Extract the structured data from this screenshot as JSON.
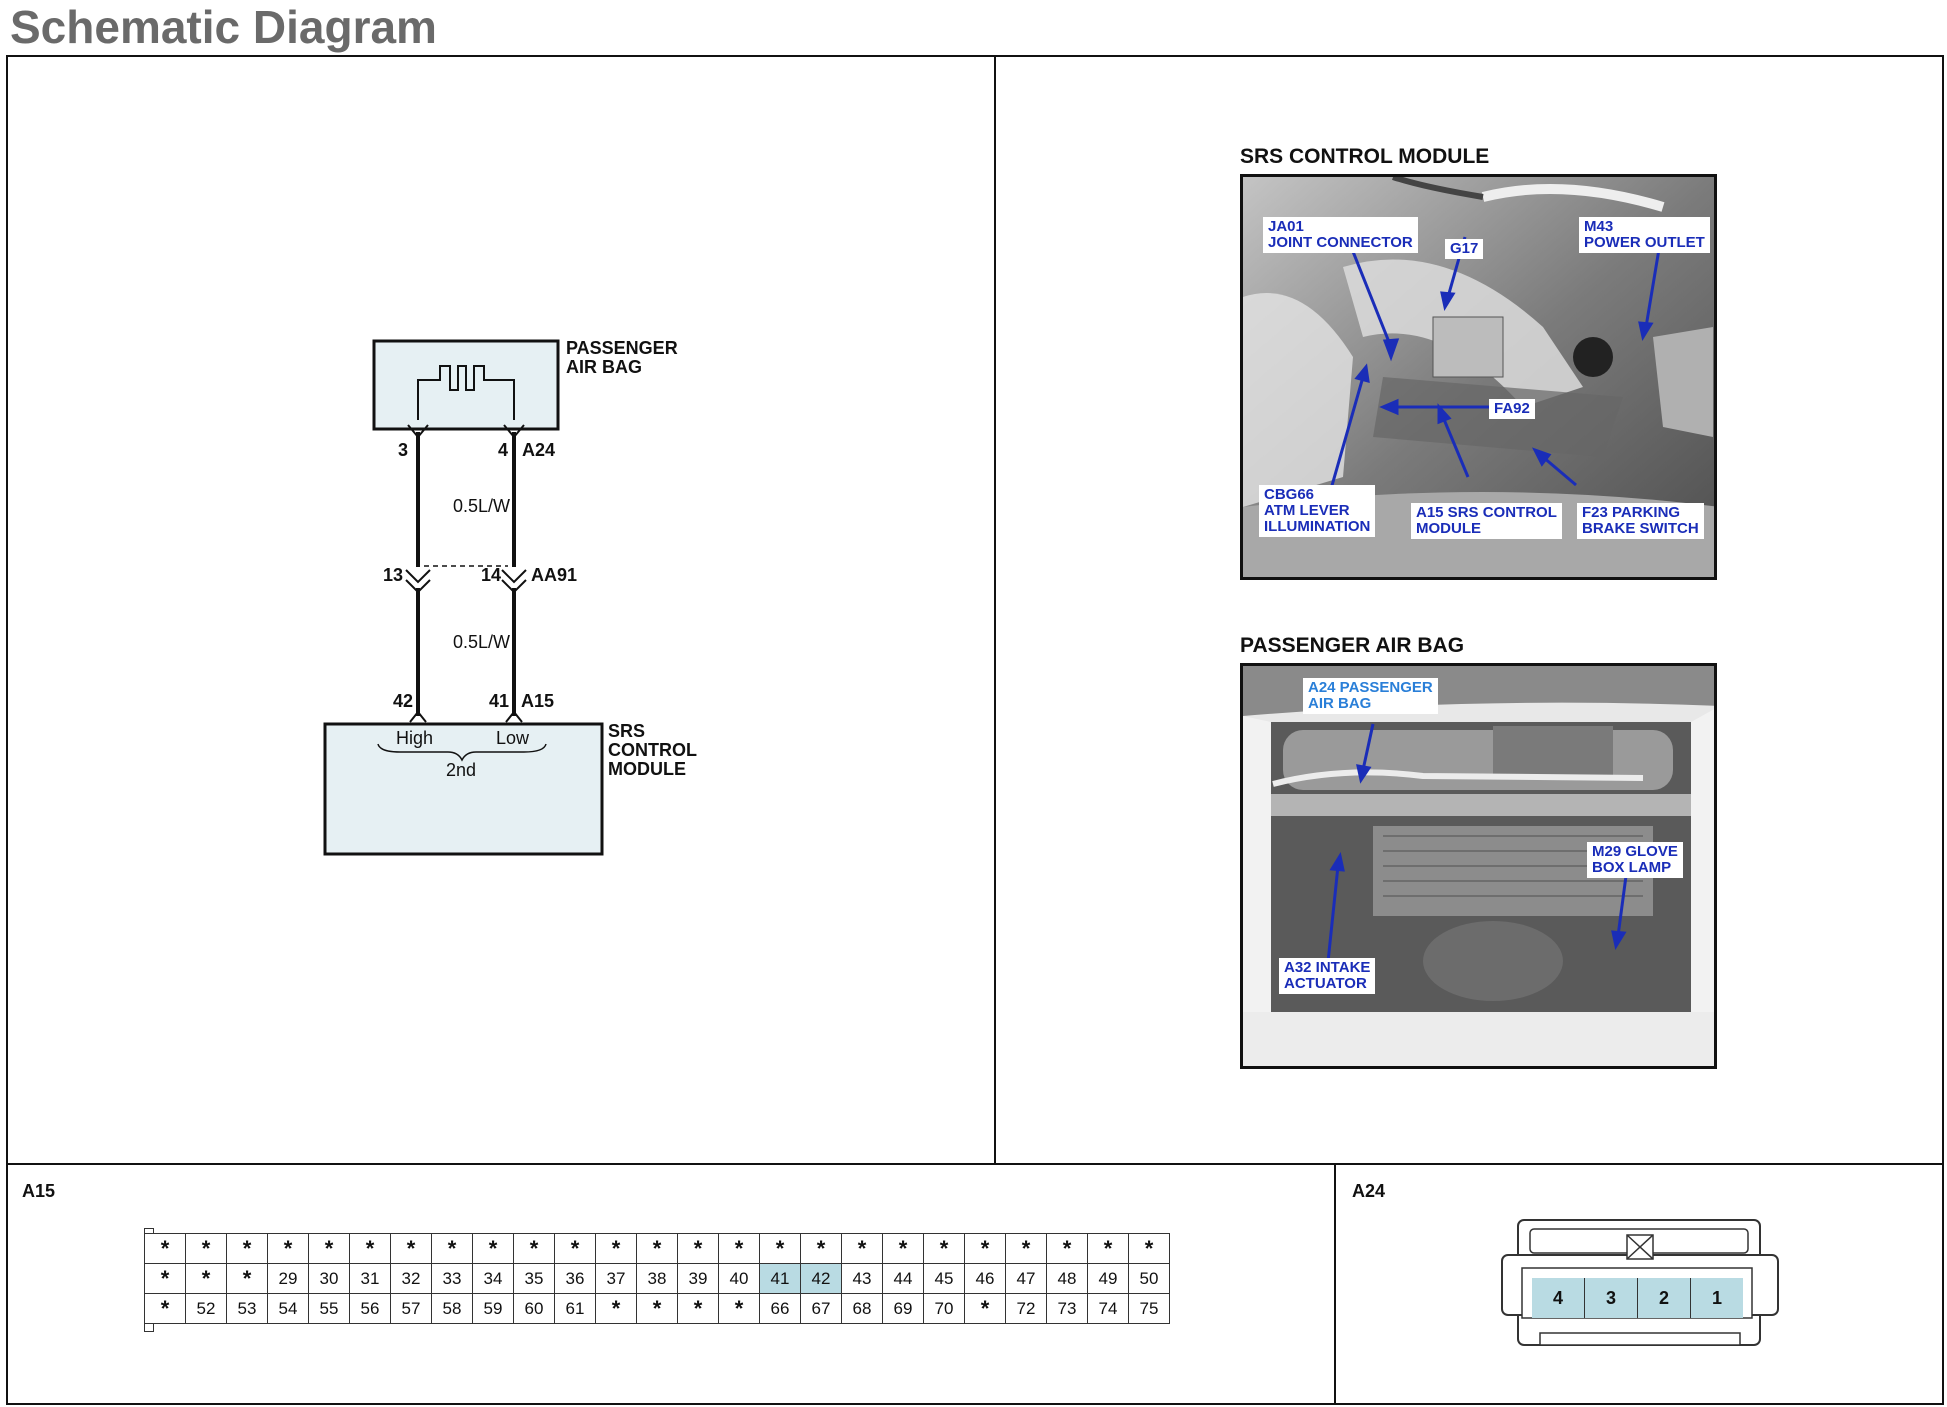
{
  "page_title": "Schematic Diagram",
  "schematic": {
    "top_component": "PASSENGER\nAIR BAG",
    "bottom_component": "SRS\nCONTROL\nMODULE",
    "pins_top": {
      "left": "3",
      "right": "4",
      "connector": "A24"
    },
    "pins_mid": {
      "left": "13",
      "right": "14",
      "connector": "AA91"
    },
    "pins_bottom": {
      "left": "42",
      "right": "41",
      "connector": "A15"
    },
    "wire_spec_upper": "0.5L/W",
    "wire_spec_lower": "0.5L/W",
    "module_labels": {
      "high": "High",
      "low": "Low",
      "channel": "2nd"
    }
  },
  "photos": [
    {
      "title": "SRS CONTROL MODULE",
      "callouts": [
        "JA01\nJOINT CONNECTOR",
        "G17",
        "M43\nPOWER OUTLET",
        "FA92",
        "CBG66\nATM LEVER\nILLUMINATION",
        "A15 SRS CONTROL\nMODULE",
        "F23 PARKING\nBRAKE SWITCH"
      ]
    },
    {
      "title": "PASSENGER AIR BAG",
      "callouts": [
        "A24 PASSENGER\nAIR BAG",
        "M29 GLOVE\nBOX LAMP",
        "A32 INTAKE\nACTUATOR"
      ]
    }
  ],
  "connectors": {
    "a15": {
      "label": "A15",
      "rows": [
        [
          "*",
          "*",
          "*",
          "*",
          "*",
          "*",
          "*",
          "*",
          "*",
          "*",
          "*",
          "*",
          "*",
          "*",
          "*",
          "*",
          "*",
          "*",
          "*",
          "*",
          "*",
          "*",
          "*",
          "*",
          "*"
        ],
        [
          "*",
          "*",
          "*",
          "29",
          "30",
          "31",
          "32",
          "33",
          "34",
          "35",
          "36",
          "37",
          "38",
          "39",
          "40",
          "41",
          "42",
          "43",
          "44",
          "45",
          "46",
          "47",
          "48",
          "49",
          "50"
        ],
        [
          "*",
          "52",
          "53",
          "54",
          "55",
          "56",
          "57",
          "58",
          "59",
          "60",
          "61",
          "*",
          "*",
          "*",
          "*",
          "66",
          "67",
          "68",
          "69",
          "70",
          "*",
          "72",
          "73",
          "74",
          "75"
        ]
      ],
      "highlighted": [
        "41",
        "42"
      ]
    },
    "a24": {
      "label": "A24",
      "pins": [
        "4",
        "3",
        "2",
        "1"
      ]
    }
  },
  "colors": {
    "component_fill": "#e6f0f3",
    "pin_highlight": "#b9dbe3",
    "callout_text": "#1a2db8",
    "title_gray": "#6a6a6a"
  }
}
